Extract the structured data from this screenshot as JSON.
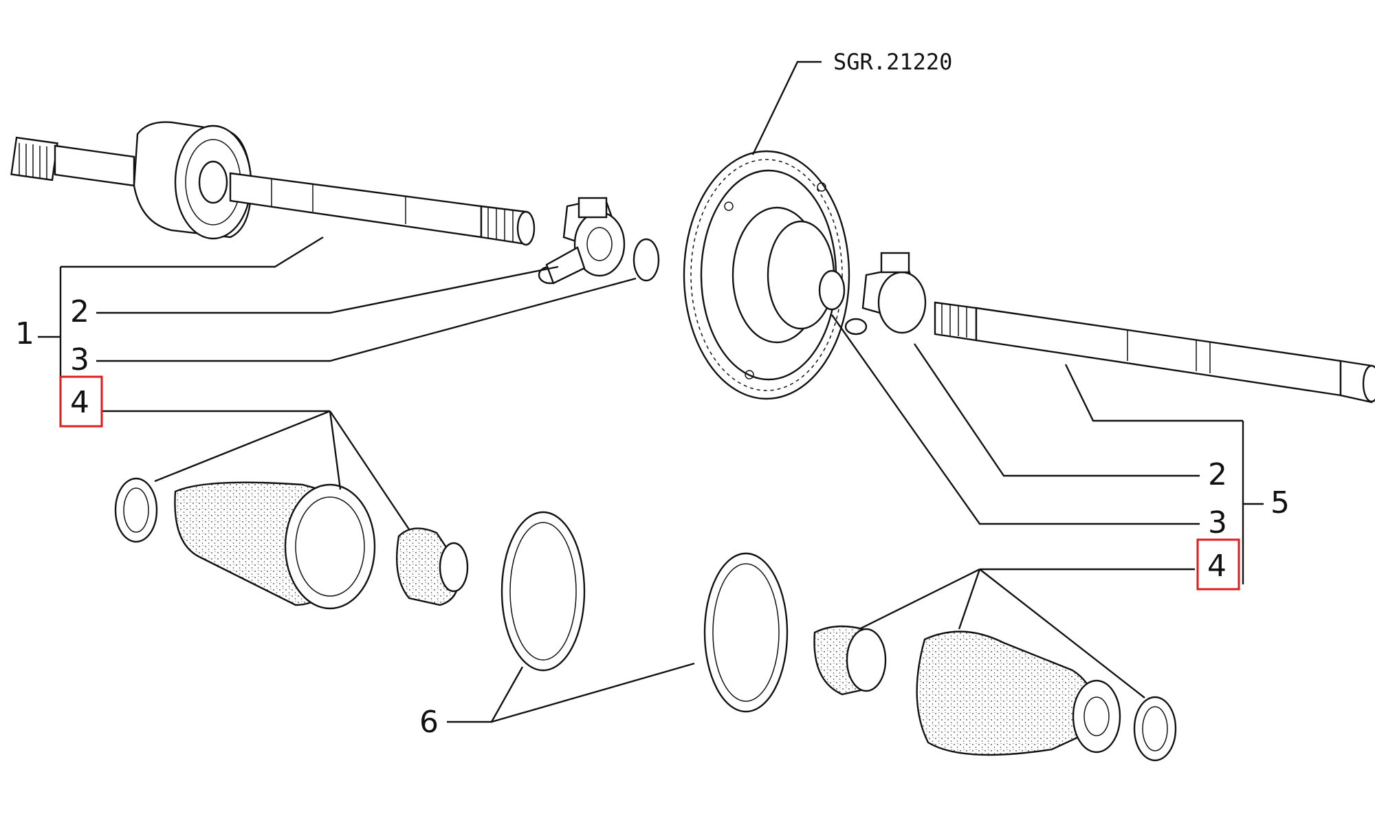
{
  "diagram": {
    "reference_code": "SGR.21220",
    "left_assembly": {
      "main_label": "1",
      "item_2": "2",
      "item_3": "3",
      "item_4": "4"
    },
    "right_assembly": {
      "main_label": "5",
      "item_2": "2",
      "item_3": "3",
      "item_4": "4"
    },
    "clamp_label": "6",
    "highlight_color": "#dd1c1c"
  }
}
